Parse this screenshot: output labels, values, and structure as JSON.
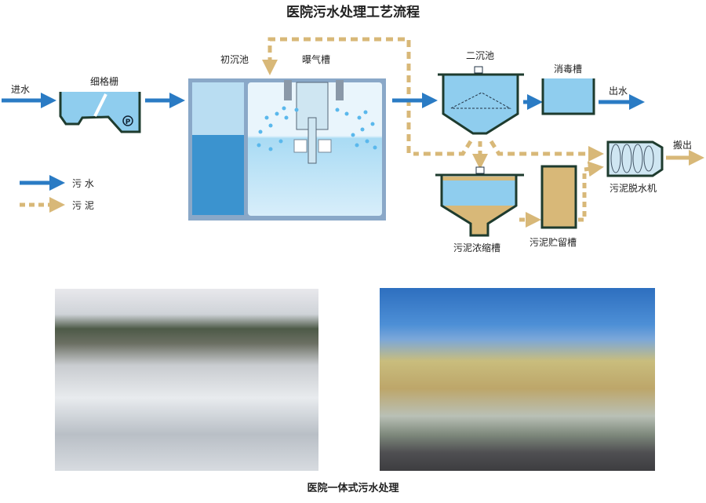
{
  "title": "医院污水处理工艺流程",
  "labels": {
    "inlet": "进水",
    "screen": "细格栅",
    "primary": "初沉池",
    "aeration": "曝气槽",
    "secondary": "二沉池",
    "disinfection": "消毒槽",
    "outlet": "出水",
    "thickener": "污泥浓缩槽",
    "storage": "污泥贮留槽",
    "dewater": "污泥脱水机",
    "carry_out": "搬出",
    "pump": "P"
  },
  "legend": {
    "sewage": "污 水",
    "sludge": "污 泥"
  },
  "colors": {
    "water": "#2a7bc4",
    "sludge": "#d8b878",
    "tank_fill": "#8fcdee"
  },
  "caption": "医院一体式污水处理"
}
